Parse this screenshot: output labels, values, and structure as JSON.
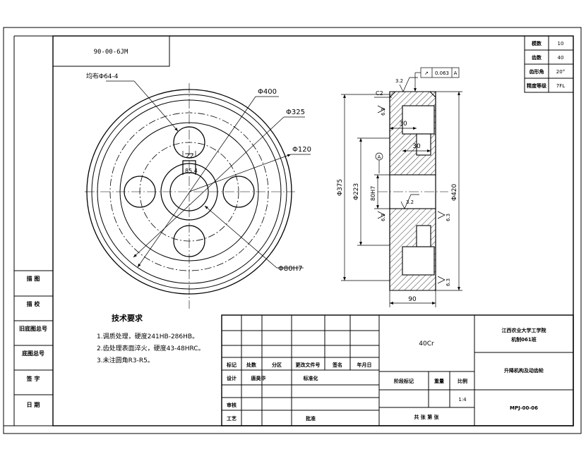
{
  "drawing_number_box": "90-00-6JM",
  "front_view": {
    "dia_outer": "Φ400",
    "dia_pitch": "Φ325",
    "dia_hub": "Φ120",
    "dia_bore": "Φ80H7",
    "holes_label": "均布Φ64-4",
    "keyway_width": "22",
    "keyway_depth": "85.4"
  },
  "section_view": {
    "dia_375": "Φ375",
    "dia_223": "Φ223",
    "dia_80": "80H7",
    "dia_420": "Φ420",
    "width": "90",
    "rim_dim": "30",
    "web_dim": "30",
    "chamfer": "C2",
    "roughness_top": "3.2",
    "roughness_mid": "3.2",
    "roughness_side_1": "6.3",
    "roughness_side_2": "6.3",
    "roughness_side_3": "6.3",
    "roughness_side_4": "6.3",
    "datum": "A",
    "tolerance_value": "0.063",
    "tolerance_datum": "A"
  },
  "gear_table": [
    {
      "label": "模数",
      "value": "10"
    },
    {
      "label": "齿数",
      "value": "40"
    },
    {
      "label": "齿形角",
      "value": "20°"
    },
    {
      "label": "精度等级",
      "value": "7FL"
    }
  ],
  "tech_requirements": {
    "title": "技术要求",
    "items": [
      "1.调质处理，硬度241HB-286HB。",
      "2.齿处理表面淬火，硬度43-48HRC。",
      "3.未注圆角R3-R5。"
    ]
  },
  "left_strip": [
    "描 图",
    "描 校",
    "旧底图总号",
    "底图总号",
    "签 字",
    "日 期"
  ],
  "title_block": {
    "material": "40Cr",
    "org_line1": "江西农业大学工学院",
    "org_line2": "机制061班",
    "part_name": "升降机构及动齿轮",
    "drawing_no": "MPJ-00-06",
    "scale": "1:4",
    "scale_label": "比例",
    "weight_label": "重量",
    "stage_label": "阶段标记",
    "sheet_info": "共 张 第 张",
    "header_cells": [
      "标记",
      "处数",
      "分区",
      "更改文件号",
      "签名",
      "年月日"
    ],
    "design_label": "设计",
    "designer": "唐昊华",
    "std_label": "标准化",
    "review_label": "审核",
    "process_label": "工艺",
    "approve_label": "批准"
  }
}
